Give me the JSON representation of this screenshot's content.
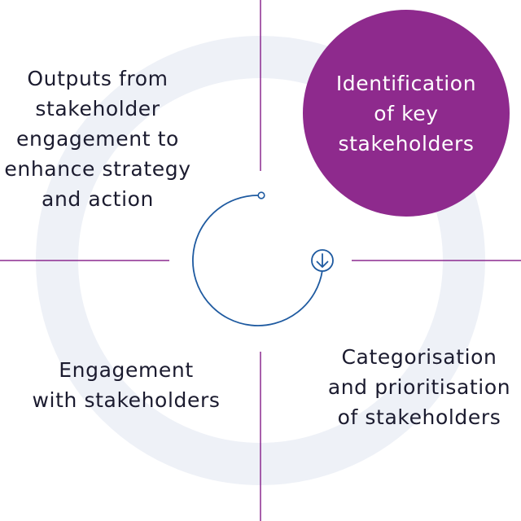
{
  "colors": {
    "background": "#ffffff",
    "ring": "#eef1f7",
    "divider": "#8c2a8f",
    "highlight": "#8e2a8d",
    "cycle_arrow": "#1e5aa0",
    "text": "#1b1b2f",
    "highlight_text": "#ffffff"
  },
  "steps": {
    "identification": "Identification\nof key\nstakeholders",
    "categorisation": "Categorisation\nand prioritisation\nof stakeholders",
    "engagement": "Engagement\nwith stakeholders",
    "outputs": "Outputs from\nstakeholder\nengagement to\nenhance strategy\nand action"
  },
  "icons": {
    "cycle": "cycle-arrow-icon",
    "arrow": "arrow-down-circle-icon"
  }
}
